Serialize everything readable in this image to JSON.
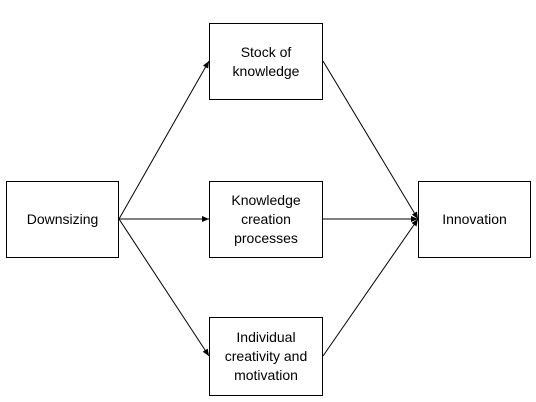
{
  "nodes": {
    "downsizing": "Downsizing",
    "stock_of_knowledge": "Stock of\nknowledge",
    "knowledge_creation_processes": "Knowledge\ncreation\nprocesses",
    "individual_creativity": "Individual\ncreativity and\nmotivation",
    "innovation": "Innovation"
  },
  "edges": [
    {
      "from": "downsizing",
      "to": "stock_of_knowledge"
    },
    {
      "from": "downsizing",
      "to": "knowledge_creation_processes"
    },
    {
      "from": "downsizing",
      "to": "individual_creativity"
    },
    {
      "from": "stock_of_knowledge",
      "to": "innovation"
    },
    {
      "from": "knowledge_creation_processes",
      "to": "innovation"
    },
    {
      "from": "individual_creativity",
      "to": "innovation"
    }
  ],
  "colors": {
    "line": "#000000",
    "box_border": "#000000",
    "background": "#ffffff"
  }
}
